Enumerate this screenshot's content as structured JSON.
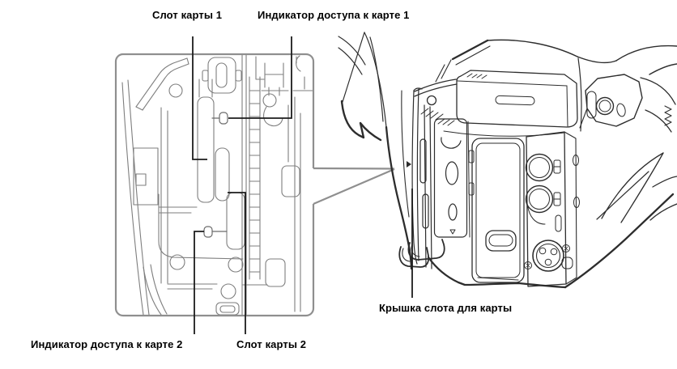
{
  "diagram": {
    "type": "camera-manual-illustration",
    "background": "#ffffff",
    "colors": {
      "camera_line": "#2d2d2d",
      "inset_detail_line": "#7e7e7e",
      "inset_frame": "#8f8f8f",
      "leader_line": "#1c1c1c",
      "label_text": "#000000"
    },
    "labels": {
      "card_slot_1": "Слот карты 1",
      "card_access_indicator_1": "Индикатор доступа к карте 1",
      "card_access_indicator_2": "Индикатор доступа к карте 2",
      "card_slot_2": "Слот карты 2",
      "card_slot_cover": "Крышка слота для карты"
    }
  }
}
